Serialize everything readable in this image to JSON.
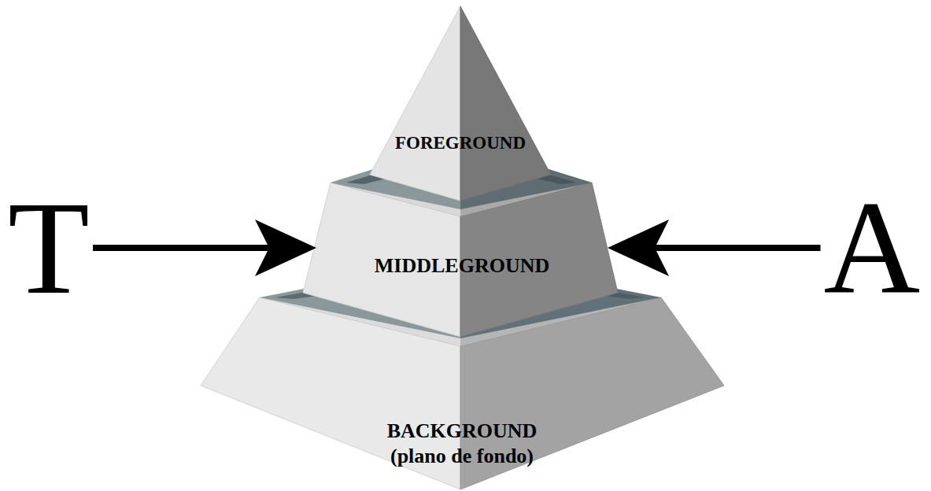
{
  "diagram": {
    "nodes": [
      {
        "text": [
          "FOREGROUND"
        ]
      },
      {
        "text": [
          "T"
        ]
      },
      {
        "text": [
          "MIDDLEGROUND"
        ]
      },
      {
        "text": [
          "A"
        ]
      },
      {
        "text": [
          "BACKGROUND",
          "(plano de fondo)"
        ]
      }
    ],
    "edges": [
      {
        "from": 1,
        "to": 2,
        "arrow": "to"
      },
      {
        "from": 3,
        "to": 2,
        "arrow": "to"
      }
    ]
  }
}
